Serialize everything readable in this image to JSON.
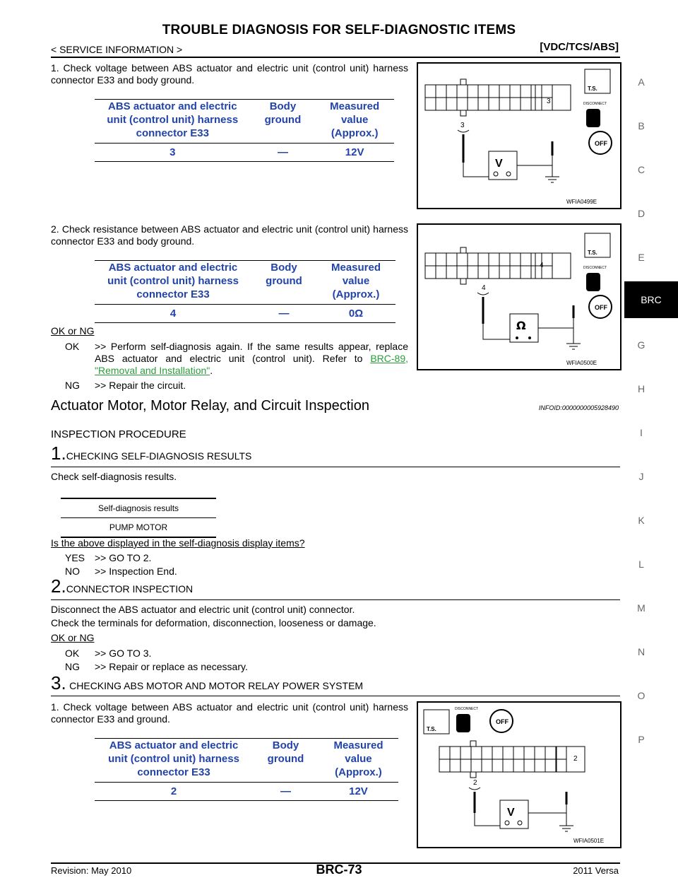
{
  "header": {
    "title": "TROUBLE DIAGNOSIS FOR SELF-DIAGNOSTIC ITEMS",
    "breadcrumb": "< SERVICE INFORMATION >",
    "section_tag": "[VDC/TCS/ABS]"
  },
  "side_index": [
    "A",
    "B",
    "C",
    "D",
    "E",
    "BRC",
    "G",
    "H",
    "I",
    "J",
    "K",
    "L",
    "M",
    "N",
    "O",
    "P"
  ],
  "block1": {
    "step1": "1.  Check voltage between ABS actuator and electric unit (control unit) harness connector E33 and body ground.",
    "table": {
      "headers": [
        "ABS actuator and electric unit (control unit) harness connector E33",
        "Body ground",
        "Measured value (Approx.)"
      ],
      "row": [
        "3",
        "—",
        "12V"
      ]
    },
    "figure_caption": "WFIA0499E",
    "figure_pin": "3",
    "meter_symbol": "V",
    "step2": "2.  Check resistance between ABS actuator and electric unit (control unit) harness connector E33 and body ground.",
    "table2": {
      "headers": [
        "ABS actuator and electric unit (control unit) harness connector E33",
        "Body ground",
        "Measured value (Approx.)"
      ],
      "row": [
        "4",
        "—",
        "0Ω"
      ]
    },
    "figure2_caption": "WFIA0500E",
    "figure2_pin": "4",
    "meter2_symbol": "Ω",
    "ok_ng": "OK or NG",
    "ok_label": "OK",
    "ok_text_pre": ">> Perform self-diagnosis again. If the same results appear, replace ABS actuator and electric unit (control unit). Refer to ",
    "ok_link": "BRC-89, \"Removal and Installation\"",
    "ok_text_post": ".",
    "ng_label": "NG",
    "ng_text": ">> Repair the circuit."
  },
  "section2": {
    "title": "Actuator Motor, Motor Relay, and Circuit Inspection",
    "infoid": "INFOID:0000000005928490",
    "subtitle": "INSPECTION PROCEDURE",
    "s1_num": "1.",
    "s1_title": "CHECKING SELF-DIAGNOSIS RESULTS",
    "s1_text": "Check self-diagnosis results.",
    "diag_header": "Self-diagnosis results",
    "diag_item": "PUMP MOTOR",
    "question": "Is the above displayed in the self-diagnosis display items?",
    "yes_label": "YES",
    "yes_text": ">> GO TO 2.",
    "no_label": "NO",
    "no_text": ">> Inspection End.",
    "s2_num": "2.",
    "s2_title": "CONNECTOR INSPECTION",
    "s2_text1": "Disconnect the ABS actuator and electric unit (control unit) connector.",
    "s2_text2": "Check the terminals for deformation, disconnection, looseness or damage.",
    "ok_ng": "OK or NG",
    "ok_label": "OK",
    "ok_text": ">> GO TO 3.",
    "ng_label": "NG",
    "ng_text": ">> Repair or replace as necessary.",
    "s3_num": "3.",
    "s3_title": "CHECKING ABS MOTOR AND MOTOR RELAY POWER SYSTEM",
    "s3_step1": "1.  Check voltage between ABS actuator and electric unit (control unit) harness connector E33 and ground.",
    "table3": {
      "headers": [
        "ABS actuator and electric unit (control unit) harness connector E33",
        "Body ground",
        "Measured value (Approx.)"
      ],
      "row": [
        "2",
        "—",
        "12V"
      ]
    },
    "figure3_caption": "WFIA0501E",
    "figure3_pin": "2",
    "meter3_symbol": "V"
  },
  "footer": {
    "revision": "Revision: May 2010",
    "page": "BRC-73",
    "model": "2011 Versa"
  },
  "figure_labels": {
    "ts": "T.S.",
    "disconnect": "DISCONNECT",
    "off": "OFF"
  }
}
